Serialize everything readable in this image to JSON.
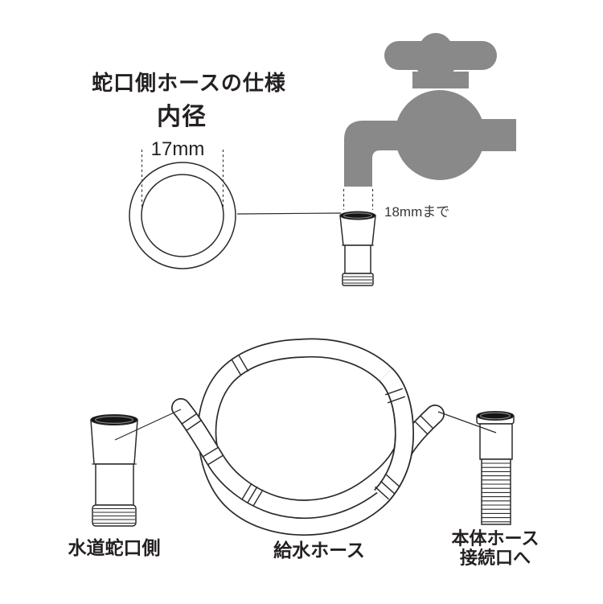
{
  "diagram": {
    "spec": {
      "title": "蛇口側ホースの仕様",
      "dimension_heading": "内径",
      "inner_diameter": "17mm",
      "spout_max_diameter": "18mmまで"
    },
    "parts": {
      "faucet_side": "水道蛇口側",
      "hose": "給水ホース",
      "body_connection_line1": "本体ホース",
      "body_connection_line2": "接続口へ"
    },
    "colors": {
      "faucet_silhouette": "#898989",
      "line_art": "#2a2a2a",
      "connector_rim": "#151515",
      "text": "#242021",
      "background": "#ffffff"
    }
  }
}
